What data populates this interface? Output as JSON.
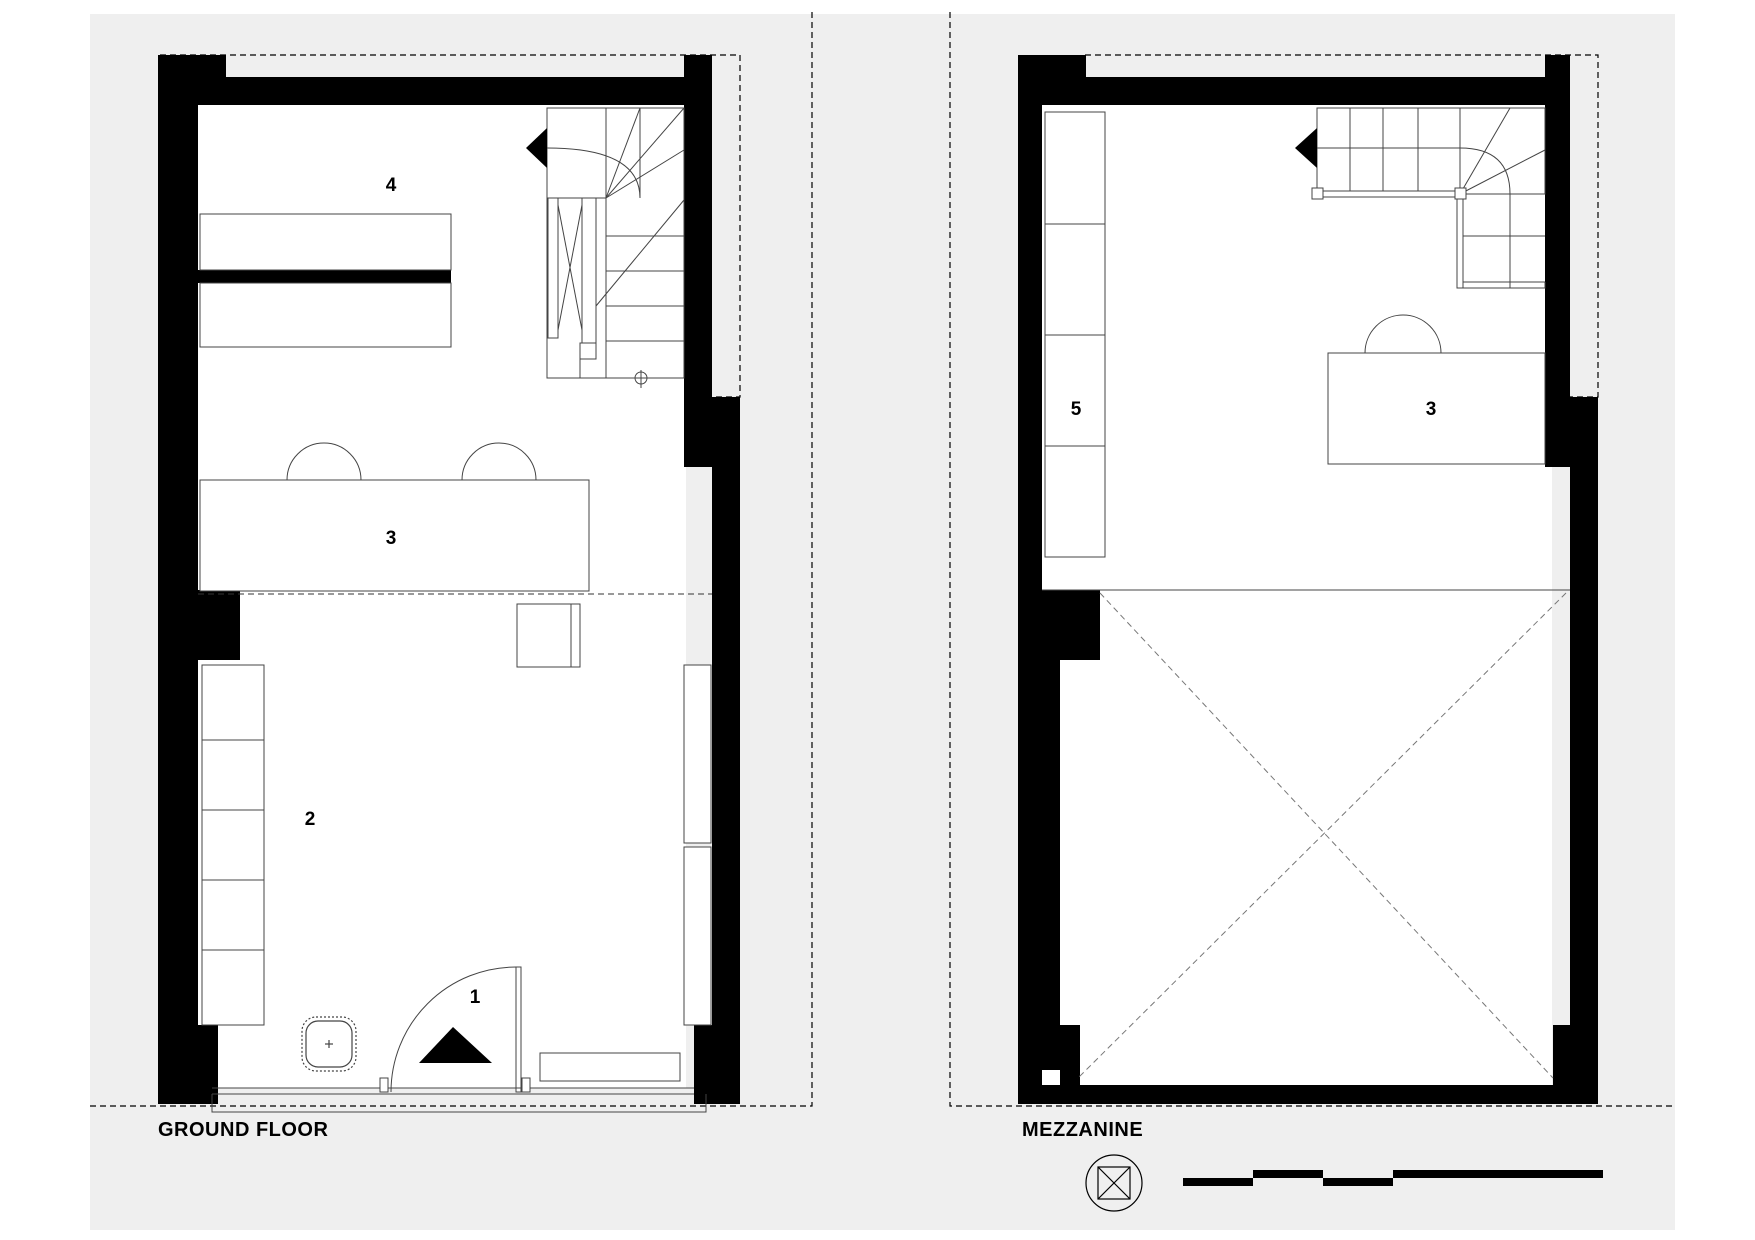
{
  "ground_floor": {
    "title": "GROUND FLOOR",
    "rooms": {
      "r1": "1",
      "r2": "2",
      "r3": "3",
      "r4": "4"
    }
  },
  "mezzanine": {
    "title": "MEZZANINE",
    "rooms": {
      "r3": "3",
      "r5": "5"
    }
  },
  "colors": {
    "background": "#efefef",
    "wall": "#000000",
    "floor": "#ffffff",
    "line": "#555555"
  },
  "icons": {
    "north_symbol": "circle-with-cross-icon",
    "scale_bar": "scale-bar"
  }
}
